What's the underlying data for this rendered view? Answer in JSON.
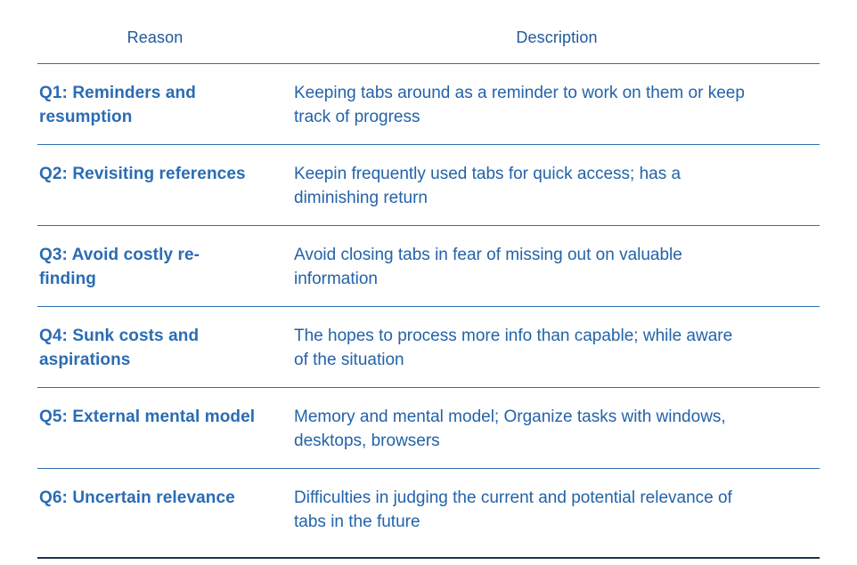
{
  "header": {
    "reason_label": "Reason",
    "description_label": "Description"
  },
  "rows": [
    {
      "reason": "Q1: Reminders and\nresumption",
      "description": "Keeping tabs around as a reminder to work on them or keep\ntrack of progress"
    },
    {
      "reason": "Q2: Revisiting references",
      "description": "Keepin frequently used tabs for quick access; has a\ndiminishing return"
    },
    {
      "reason": "Q3: Avoid costly re-\nfinding",
      "description": "Avoid closing tabs in fear of missing out on valuable\ninformation"
    },
    {
      "reason": "Q4: Sunk costs and\naspirations",
      "description": "The hopes to process more info than capable; while aware\nof the situation"
    },
    {
      "reason": "Q5: External mental model",
      "description": "Memory and mental model; Organize tasks with windows,\ndesktops, browsers"
    },
    {
      "reason": "Q6: Uncertain relevance",
      "description": "Difficulties in judging the current and potential relevance of\ntabs in the future"
    }
  ],
  "colors": {
    "background": "#ffffff",
    "header_text": "#1e5a9c",
    "reason_text": "#2a6cb4",
    "description_text": "#2363a8",
    "separator_line": "#2e6db4",
    "bottom_border": "#20304f"
  }
}
